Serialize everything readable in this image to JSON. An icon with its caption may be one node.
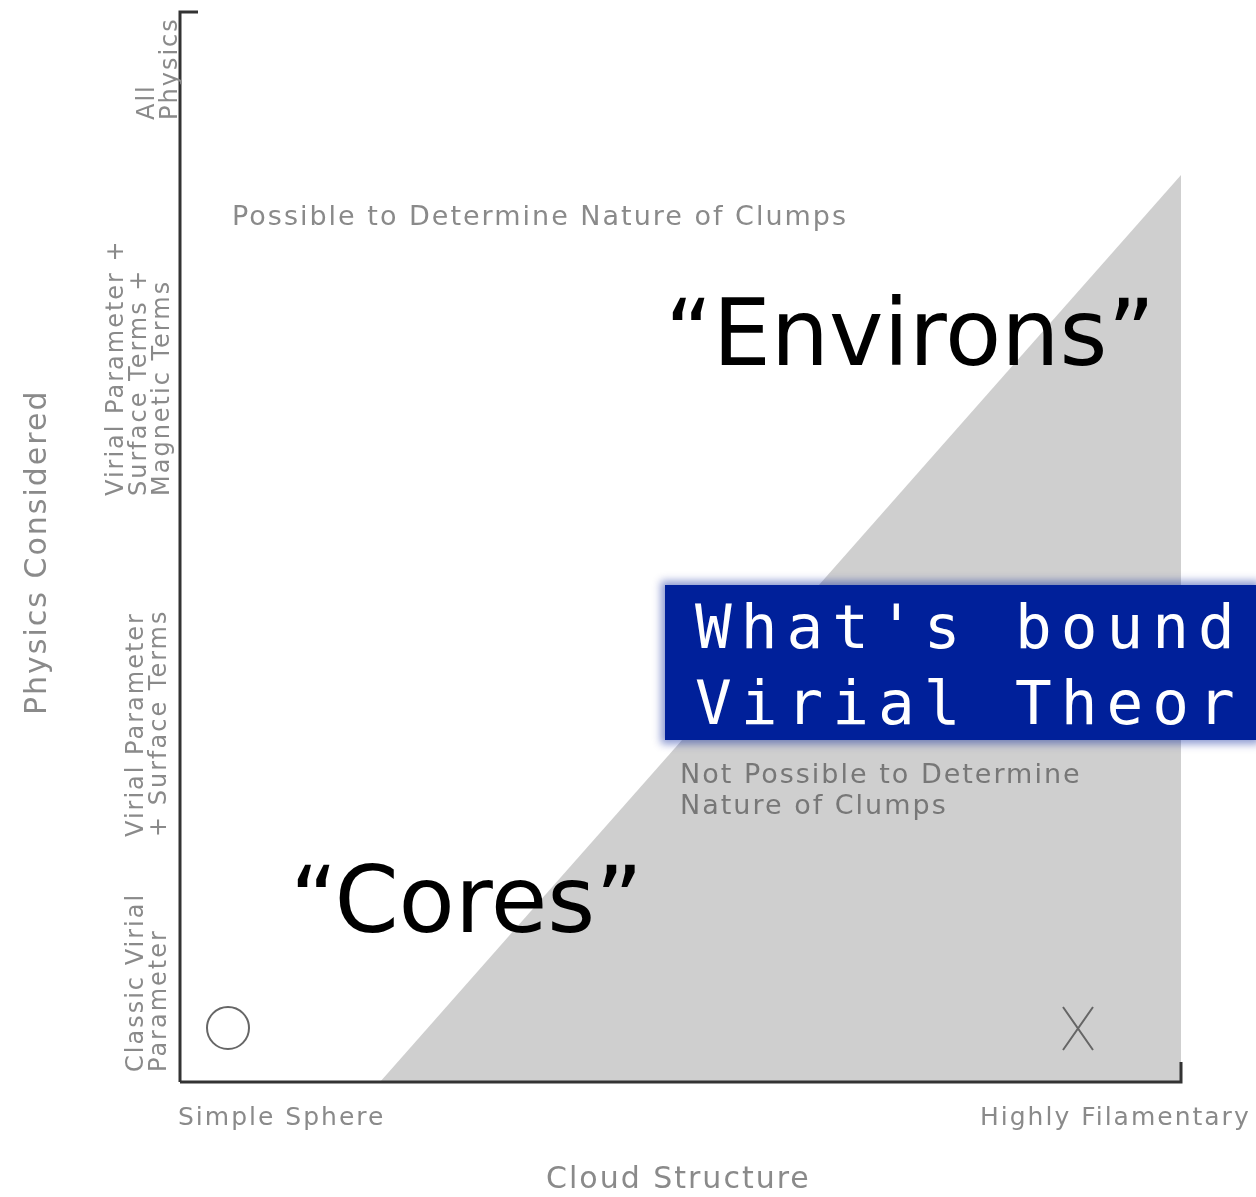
{
  "diagram": {
    "nodes": [
      {
        "text": [
          "Not Possible to Determine Nature of Clumps"
        ]
      },
      {
        "text": [
          "What's bound Virial Theor"
        ]
      }
    ],
    "labels": [
      "All Physics",
      "Possible to Determine Nature of Clumps",
      "Virial Parameter + Surface Terms + Magnetic Terms",
      "“Environs”",
      "Physics Considered",
      "Virial Parameter + Surface Terms",
      "“Cores”",
      "Classic Virial Parameter",
      "Simple Sphere",
      "Highly Filamentary",
      "Cloud Structure"
    ]
  }
}
